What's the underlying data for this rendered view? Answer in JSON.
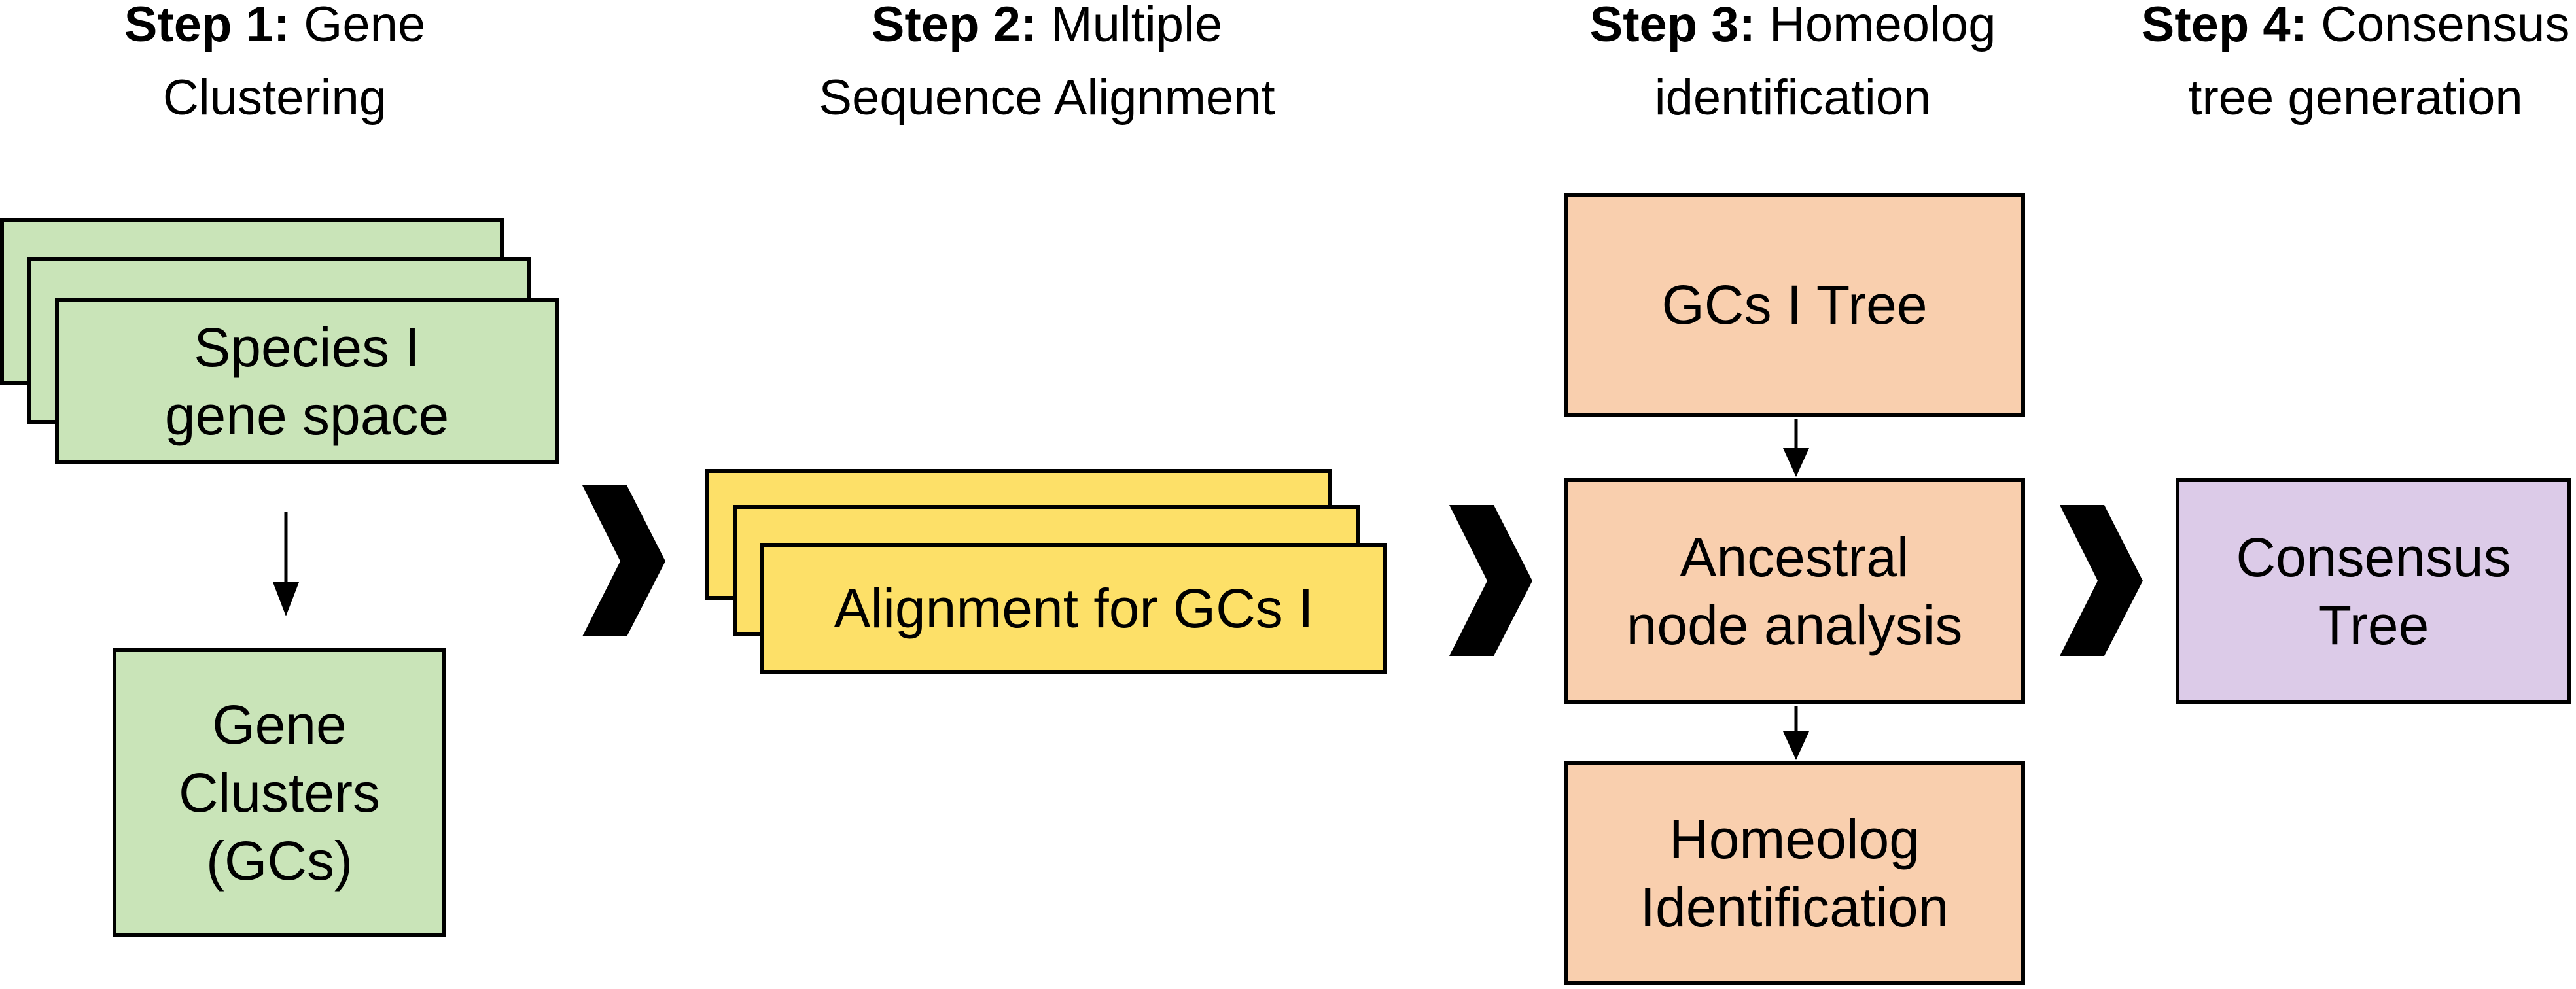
{
  "steps": [
    {
      "label": "Step 1:",
      "title": "Gene\nClustering"
    },
    {
      "label": "Step 2:",
      "title": "Multiple\nSequence Alignment"
    },
    {
      "label": "Step 3:",
      "title": "Homeolog\nidentification"
    },
    {
      "label": "Step 4:",
      "title": "Consensus\ntree generation"
    }
  ],
  "step1": {
    "species_box": "Species I\ngene space",
    "clusters_box": "Gene\nClusters\n(GCs)"
  },
  "step2": {
    "alignment_box": "Alignment for GCs I"
  },
  "step3": {
    "tree_box": "GCs I Tree",
    "ancestral_box": "Ancestral\nnode analysis",
    "homeolog_box": "Homeolog\nIdentification"
  },
  "step4": {
    "consensus_box": "Consensus\nTree"
  },
  "colors": {
    "green": "#c9e4b8",
    "yellow": "#fde068",
    "salmon": "#f9cfae",
    "purple": "#dccbe8"
  }
}
